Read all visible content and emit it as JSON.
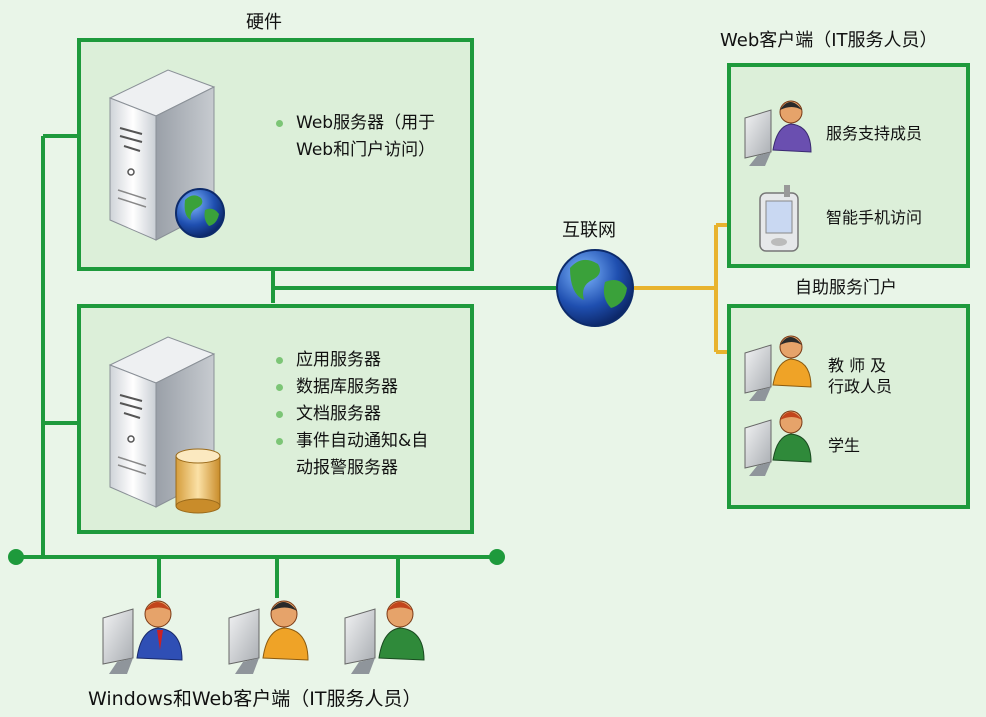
{
  "hardware": {
    "title": "硬件",
    "web_server_items": [
      "Web服务器（用于",
      "Web和门户访问）"
    ],
    "app_server_items": [
      "应用服务器",
      "数据库服务器",
      "文档服务器",
      "事件自动通知&自",
      "动报警服务器"
    ]
  },
  "internet": {
    "label": "互联网"
  },
  "web_clients": {
    "title": "Web客户端（IT服务人员）",
    "items": [
      "服务支持成员",
      "智能手机访问"
    ]
  },
  "self_service": {
    "title": "自助服务门户",
    "items": [
      "教 师 及",
      "行政人员",
      "学生"
    ]
  },
  "windows_clients": {
    "title": "Windows和Web客户端（IT服务人员）"
  },
  "colors": {
    "background": "#e9f5e8",
    "box_fill": "#dcefd9",
    "green_line": "#1e9a3c",
    "internet_link": "#e8b32e",
    "bullet": "#7cc576"
  }
}
